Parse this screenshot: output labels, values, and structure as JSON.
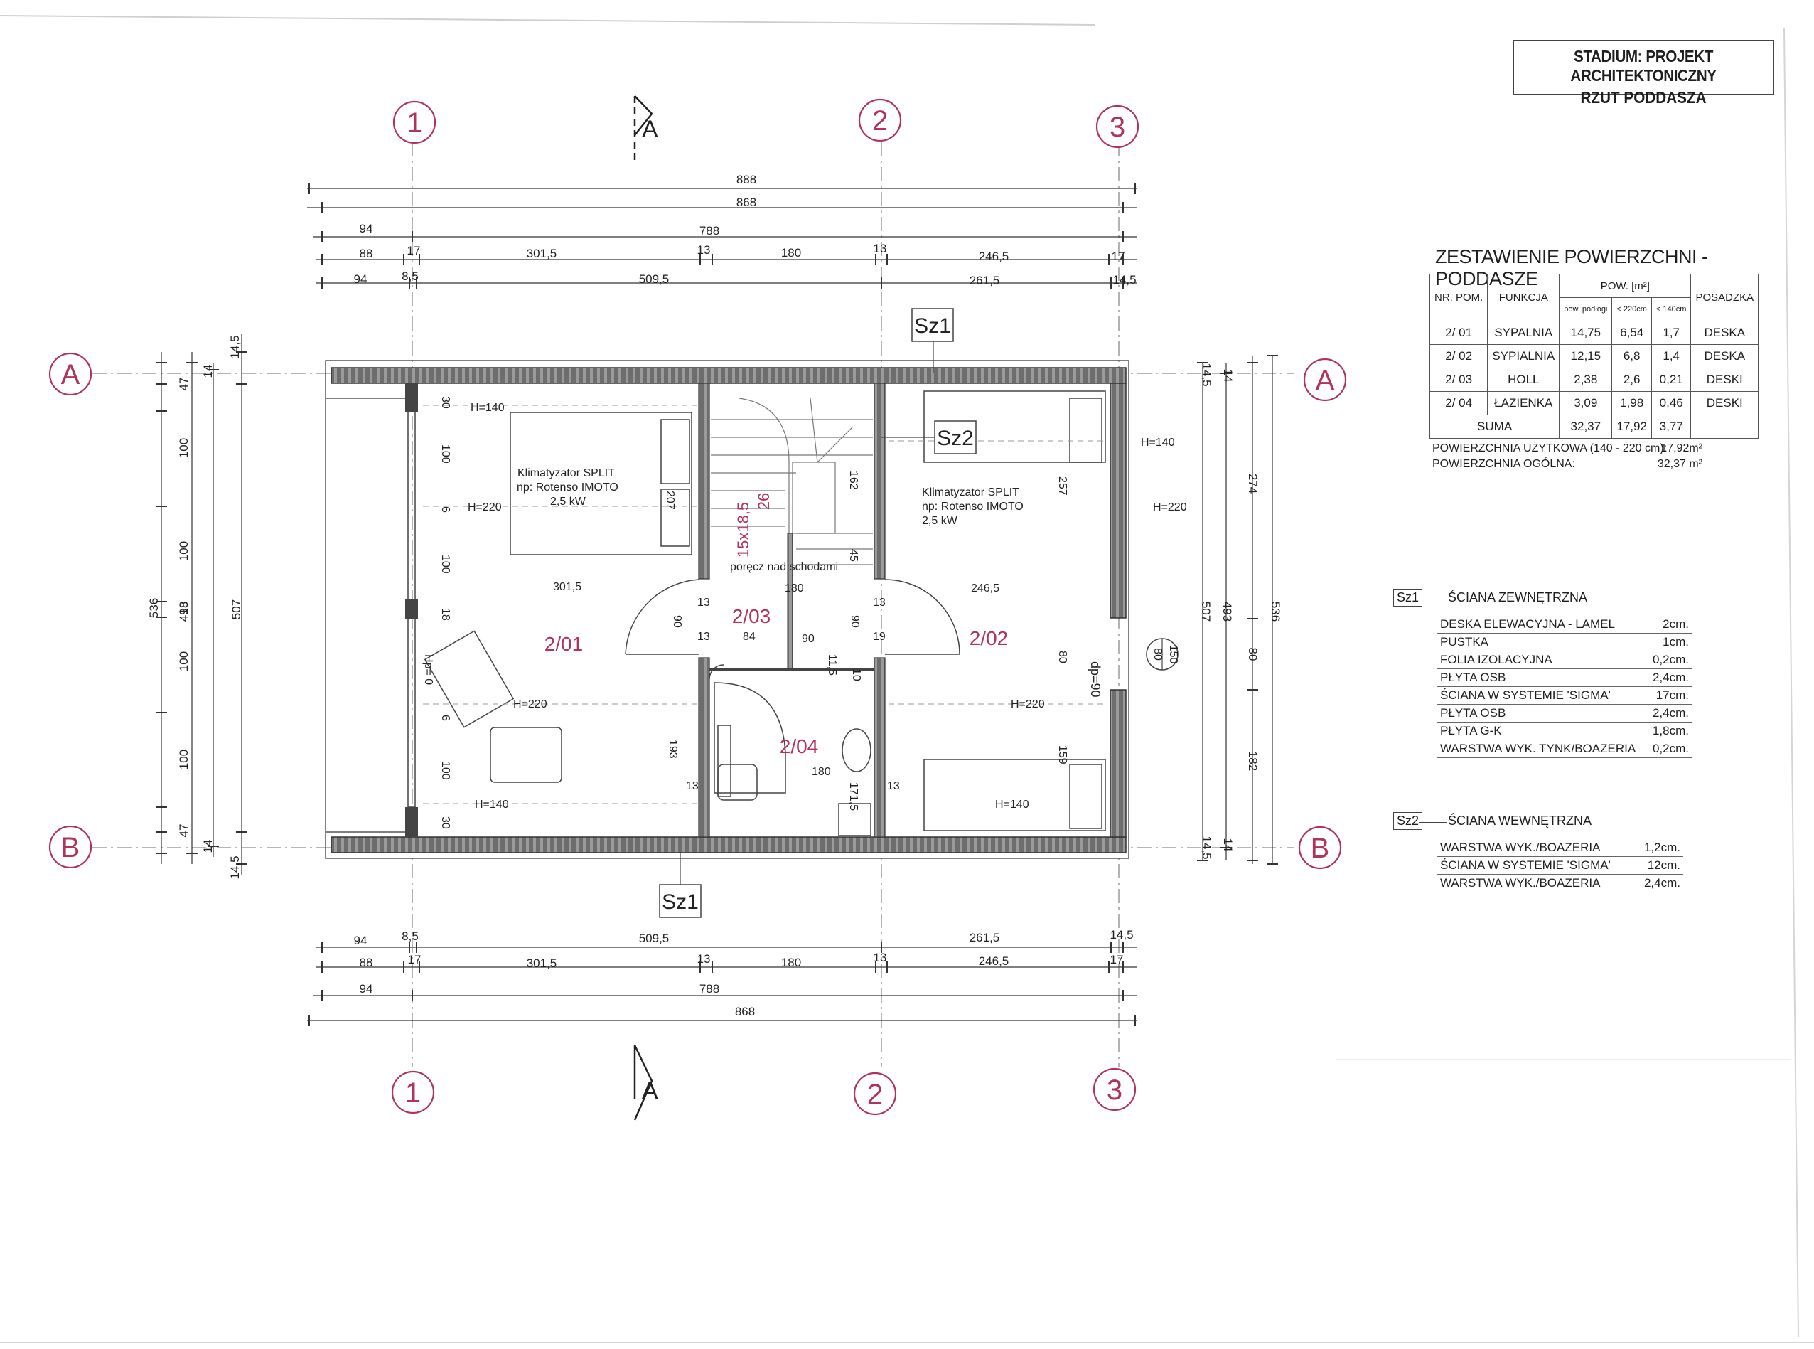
{
  "title_block": {
    "line1": "STADIUM: PROJEKT ARCHITEKTONICZNY",
    "line2": "RZUT PODDASZA"
  },
  "axes": {
    "columns": [
      "1",
      "2",
      "3"
    ],
    "rows": [
      "A",
      "B"
    ]
  },
  "section_marker": "A",
  "dims_top": {
    "overall": "888",
    "l2": "868",
    "l3": [
      "94",
      "788"
    ],
    "l4": [
      "88",
      "17",
      "301,5",
      "13",
      "180",
      "13",
      "246,5",
      "17"
    ],
    "l5": [
      "94",
      "8,5",
      "509,5",
      "261,5",
      "14,5"
    ]
  },
  "dims_bottom": {
    "l1": [
      "94",
      "8,5",
      "509,5",
      "261,5",
      "14,5"
    ],
    "l2": [
      "88",
      "17",
      "301,5",
      "13",
      "180",
      "13",
      "246,5",
      "17"
    ],
    "l3": [
      "94",
      "788"
    ],
    "l4": "868"
  },
  "dims_left": {
    "outer": "536",
    "mid": "493",
    "right": "507",
    "segments": [
      "47",
      "100",
      "100",
      "18",
      "100",
      "100",
      "47"
    ],
    "small": [
      "14,5",
      "14",
      "14",
      "14,5"
    ]
  },
  "dims_right": {
    "inner": "507",
    "mid": "493",
    "outer": "536",
    "segs": [
      "274",
      "80",
      "182"
    ],
    "small": [
      "14,5",
      "14",
      "14",
      "14,5"
    ]
  },
  "rooms": {
    "r201": "2/01",
    "r202": "2/02",
    "r203": "2/03",
    "r204": "2/04"
  },
  "plan_labels": {
    "h140": "H=140",
    "h220": "H=220",
    "hp0": "Hp= 0",
    "ac1_l1": "Klimatyzator SPLIT",
    "ac1_l2": "np: Rotenso IMOTO",
    "ac1_l3": "2,5 kW",
    "stairs": "15x18,5",
    "stairs_26": "26",
    "railing": "poręcz nad schodami",
    "sz1": "Sz1",
    "sz2": "Sz2",
    "d301": "301,5",
    "d180": "180",
    "d246": "246,5",
    "d84": "84",
    "d90": "90",
    "d207": "207",
    "d13": "13",
    "d19": "19",
    "d193": "193",
    "d115": "11,5",
    "d10": "10",
    "d1715": "171,5",
    "d45": "45",
    "d162": "162",
    "d257": "257",
    "d80": "80",
    "d159": "159",
    "d30": "30",
    "d100": "100",
    "d6": "6",
    "d18": "18",
    "dp90": "dp=90",
    "d150": "150",
    "d80b": "80"
  },
  "area_table": {
    "title": "ZESTAWIENIE POWIERZCHNI - PODDASZE",
    "h_nr": "NR. POM.",
    "h_funkcja": "FUNKCJA",
    "h_pow": "POW. [m²]",
    "h_podlogi": "pow. podłogi",
    "h_220": "< 220cm",
    "h_140": "< 140cm",
    "h_posadzka": "POSADZKA",
    "rows": [
      [
        "2/ 01",
        "SYPALNIA",
        "14,75",
        "6,54",
        "1,7",
        "DESKA"
      ],
      [
        "2/ 02",
        "SYPIALNIA",
        "12,15",
        "6,8",
        "1,4",
        "DESKA"
      ],
      [
        "2/ 03",
        "HOLL",
        "2,38",
        "2,6",
        "0,21",
        "DESKI"
      ],
      [
        "2/ 04",
        "ŁAZIENKA",
        "3,09",
        "1,98",
        "0,46",
        "DESKI"
      ]
    ],
    "sum_label": "SUMA",
    "sum": [
      "32,37",
      "17,92",
      "3,77"
    ],
    "uzytkowa_label": "POWIERZCHNIA UŻYTKOWA (140 - 220 cm):",
    "uzytkowa_value": "17,92m²",
    "ogolna_label": "POWIERZCHNIA OGÓLNA:",
    "ogolna_value": "32,37 m²"
  },
  "wall_sz1": {
    "tag": "Sz1",
    "title": "ŚCIANA ZEWNĘTRZNA",
    "layers": [
      [
        "DESKA ELEWACYJNA - LAMEL",
        "2cm."
      ],
      [
        "PUSTKA",
        "1cm."
      ],
      [
        "FOLIA IZOLACYJNA",
        "0,2cm."
      ],
      [
        "PŁYTA OSB",
        "2,4cm."
      ],
      [
        "ŚCIANA W SYSTEMIE 'SIGMA'",
        "17cm."
      ],
      [
        "PŁYTA OSB",
        "2,4cm."
      ],
      [
        "PŁYTA G-K",
        "1,8cm."
      ],
      [
        "WARSTWA WYK. TYNK/BOAZERIA",
        "0,2cm."
      ]
    ]
  },
  "wall_sz2": {
    "tag": "Sz2",
    "title": "ŚCIANA WEWNĘTRZNA",
    "layers": [
      [
        "WARSTWA WYK./BOAZERIA",
        "1,2cm."
      ],
      [
        "ŚCIANA W SYSTEMIE 'SIGMA'",
        "12cm."
      ],
      [
        "WARSTWA WYK./BOAZERIA",
        "2,4cm."
      ]
    ]
  }
}
